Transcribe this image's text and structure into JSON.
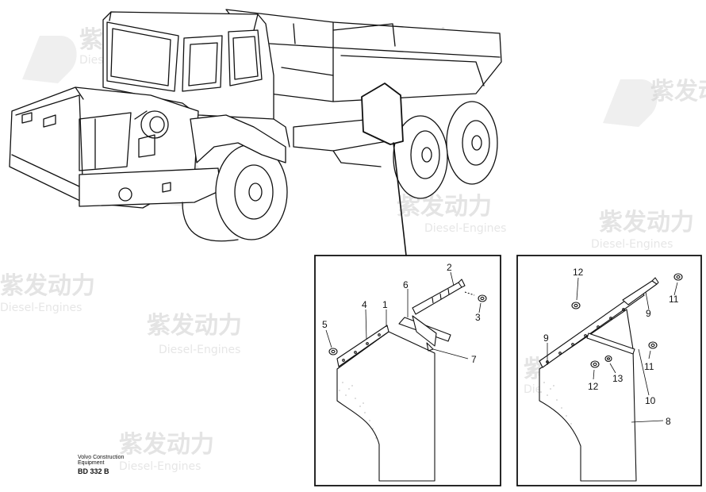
{
  "watermark": {
    "brand": "紫发动力",
    "tagline": "Diesel-Engines"
  },
  "footer": {
    "company_line1": "Volvo Construction",
    "company_line2": "Equipment",
    "drawing_code": "BD 332 B"
  },
  "left_detail": {
    "callouts": [
      "2",
      "6",
      "4",
      "1",
      "3",
      "5",
      "7"
    ]
  },
  "right_detail": {
    "callouts": [
      "12",
      "11",
      "9",
      "9",
      "11",
      "12",
      "13",
      "10",
      "8"
    ]
  }
}
